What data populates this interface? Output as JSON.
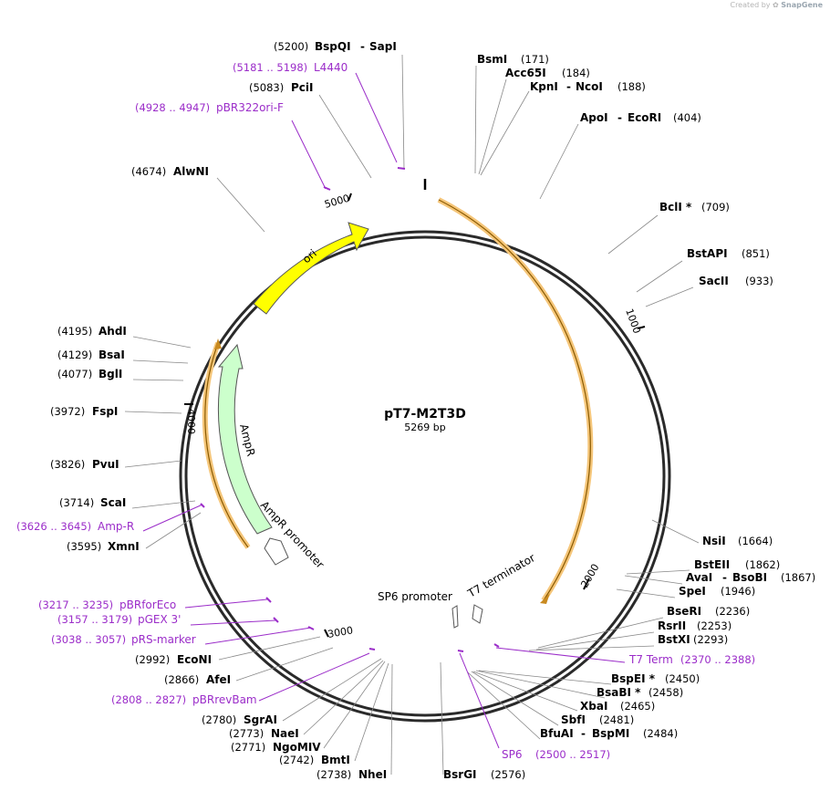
{
  "credit": {
    "prefix": "Created by",
    "brand": "SnapGene"
  },
  "plasmid": {
    "name": "pT7-M2T3D",
    "length": "5269 bp"
  },
  "ruler_ticks": [
    {
      "label": "1000"
    },
    {
      "label": "2000"
    },
    {
      "label": "3000"
    },
    {
      "label": "4000"
    },
    {
      "label": "5000"
    }
  ],
  "features": [
    {
      "label": "ori",
      "color": "#ffff00"
    },
    {
      "label": "AmpR",
      "color": "#ccffcc"
    },
    {
      "label": "AmpR promoter",
      "color": "#ffffff"
    },
    {
      "label": "SP6 promoter",
      "color": "#ffffff"
    },
    {
      "label": "T7 terminator",
      "color": "#ffffff"
    }
  ],
  "enzymes": [
    {
      "name": "BspQI",
      "name2": "SapI",
      "pos": "(5200)"
    },
    {
      "name": "PciI",
      "pos": "(5083)"
    },
    {
      "name": "AlwNI",
      "pos": "(4674)"
    },
    {
      "name": "AhdI",
      "pos": "(4195)"
    },
    {
      "name": "BsaI",
      "pos": "(4129)"
    },
    {
      "name": "BglI",
      "pos": "(4077)"
    },
    {
      "name": "FspI",
      "pos": "(3972)"
    },
    {
      "name": "PvuI",
      "pos": "(3826)"
    },
    {
      "name": "ScaI",
      "pos": "(3714)"
    },
    {
      "name": "XmnI",
      "pos": "(3595)"
    },
    {
      "name": "EcoNI",
      "pos": "(2992)"
    },
    {
      "name": "AfeI",
      "pos": "(2866)"
    },
    {
      "name": "SgrAI",
      "pos": "(2780)"
    },
    {
      "name": "NaeI",
      "pos": "(2773)"
    },
    {
      "name": "NgoMIV",
      "pos": "(2771)"
    },
    {
      "name": "BmtI",
      "pos": "(2742)"
    },
    {
      "name": "NheI",
      "pos": "(2738)"
    },
    {
      "name": "BsrGI",
      "pos": "(2576)"
    },
    {
      "name": "BsmI",
      "pos": "(171)"
    },
    {
      "name": "Acc65I",
      "pos": "(184)"
    },
    {
      "name": "KpnI",
      "name2": "NcoI",
      "pos": "(188)"
    },
    {
      "name": "ApoI",
      "name2": "EcoRI",
      "pos": "(404)"
    },
    {
      "name": "BclI *",
      "pos": "(709)"
    },
    {
      "name": "BstAPI",
      "pos": "(851)"
    },
    {
      "name": "SacII",
      "pos": "(933)"
    },
    {
      "name": "NsiI",
      "pos": "(1664)"
    },
    {
      "name": "BstEII",
      "pos": "(1862)"
    },
    {
      "name": "AvaI",
      "name2": "BsoBI",
      "pos": "(1867)"
    },
    {
      "name": "SpeI",
      "pos": "(1946)"
    },
    {
      "name": "BseRI",
      "pos": "(2236)"
    },
    {
      "name": "RsrII",
      "pos": "(2253)"
    },
    {
      "name": "BstXI",
      "pos": "(2293)"
    },
    {
      "name": "BspEI *",
      "pos": "(2450)"
    },
    {
      "name": "BsaBI *",
      "pos": "(2458)"
    },
    {
      "name": "XbaI",
      "pos": "(2465)"
    },
    {
      "name": "SbfI",
      "pos": "(2481)"
    },
    {
      "name": "BfuAI",
      "name2": "BspMI",
      "pos": "(2484)"
    }
  ],
  "primers": [
    {
      "name": "L4440",
      "range": "(5181 .. 5198)"
    },
    {
      "name": "pBR322ori-F",
      "range": "(4928 .. 4947)"
    },
    {
      "name": "Amp-R",
      "range": "(3626 .. 3645)"
    },
    {
      "name": "pBRforEco",
      "range": "(3217 .. 3235)"
    },
    {
      "name": "pGEX 3'",
      "range": "(3157 .. 3179)"
    },
    {
      "name": "pRS-marker",
      "range": "(3038 .. 3057)"
    },
    {
      "name": "pBRrevBam",
      "range": "(2808 .. 2827)"
    },
    {
      "name": "T7 Term",
      "range": "(2370 .. 2388)"
    },
    {
      "name": "SP6",
      "range": "(2500 .. 2517)"
    }
  ]
}
